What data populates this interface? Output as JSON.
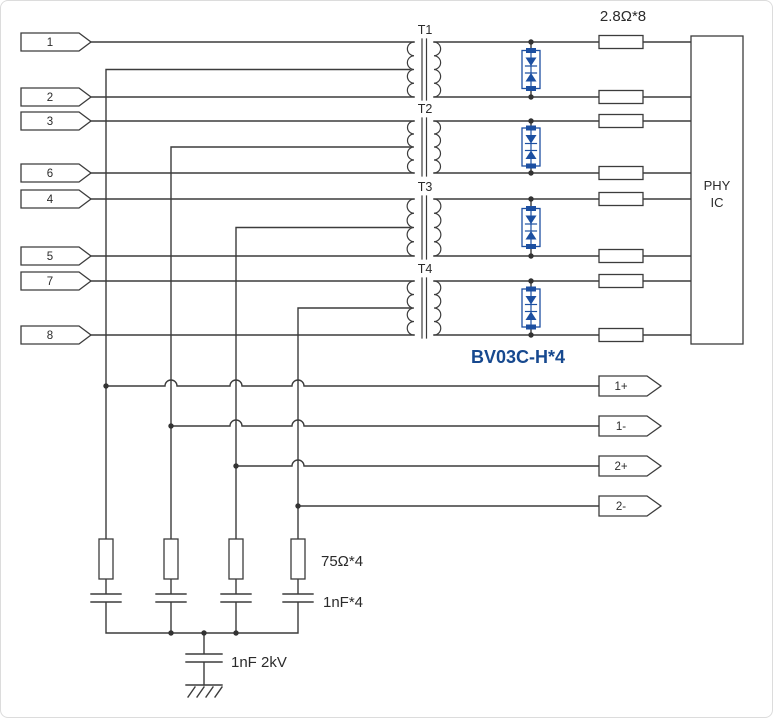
{
  "left_pins": [
    "1",
    "2",
    "3",
    "6",
    "4",
    "5",
    "7",
    "8"
  ],
  "right_pins": [
    "1+",
    "1-",
    "2+",
    "2-"
  ],
  "transformer_labels": [
    "T1",
    "T2",
    "T3",
    "T4"
  ],
  "component_labels": {
    "series_resistors": "2.8Ω*8",
    "tvs_part_number": "BV03C-H*4",
    "termination_resistors": "75Ω*4",
    "termination_caps": "1nF*4",
    "hv_cap": "1nF 2kV"
  },
  "phy_ic": {
    "line1": "PHY",
    "line2": "IC"
  },
  "colors": {
    "wire": "#3c3c3c",
    "component_blue": "#1c4fa1",
    "part_label_blue": "#17498f"
  }
}
